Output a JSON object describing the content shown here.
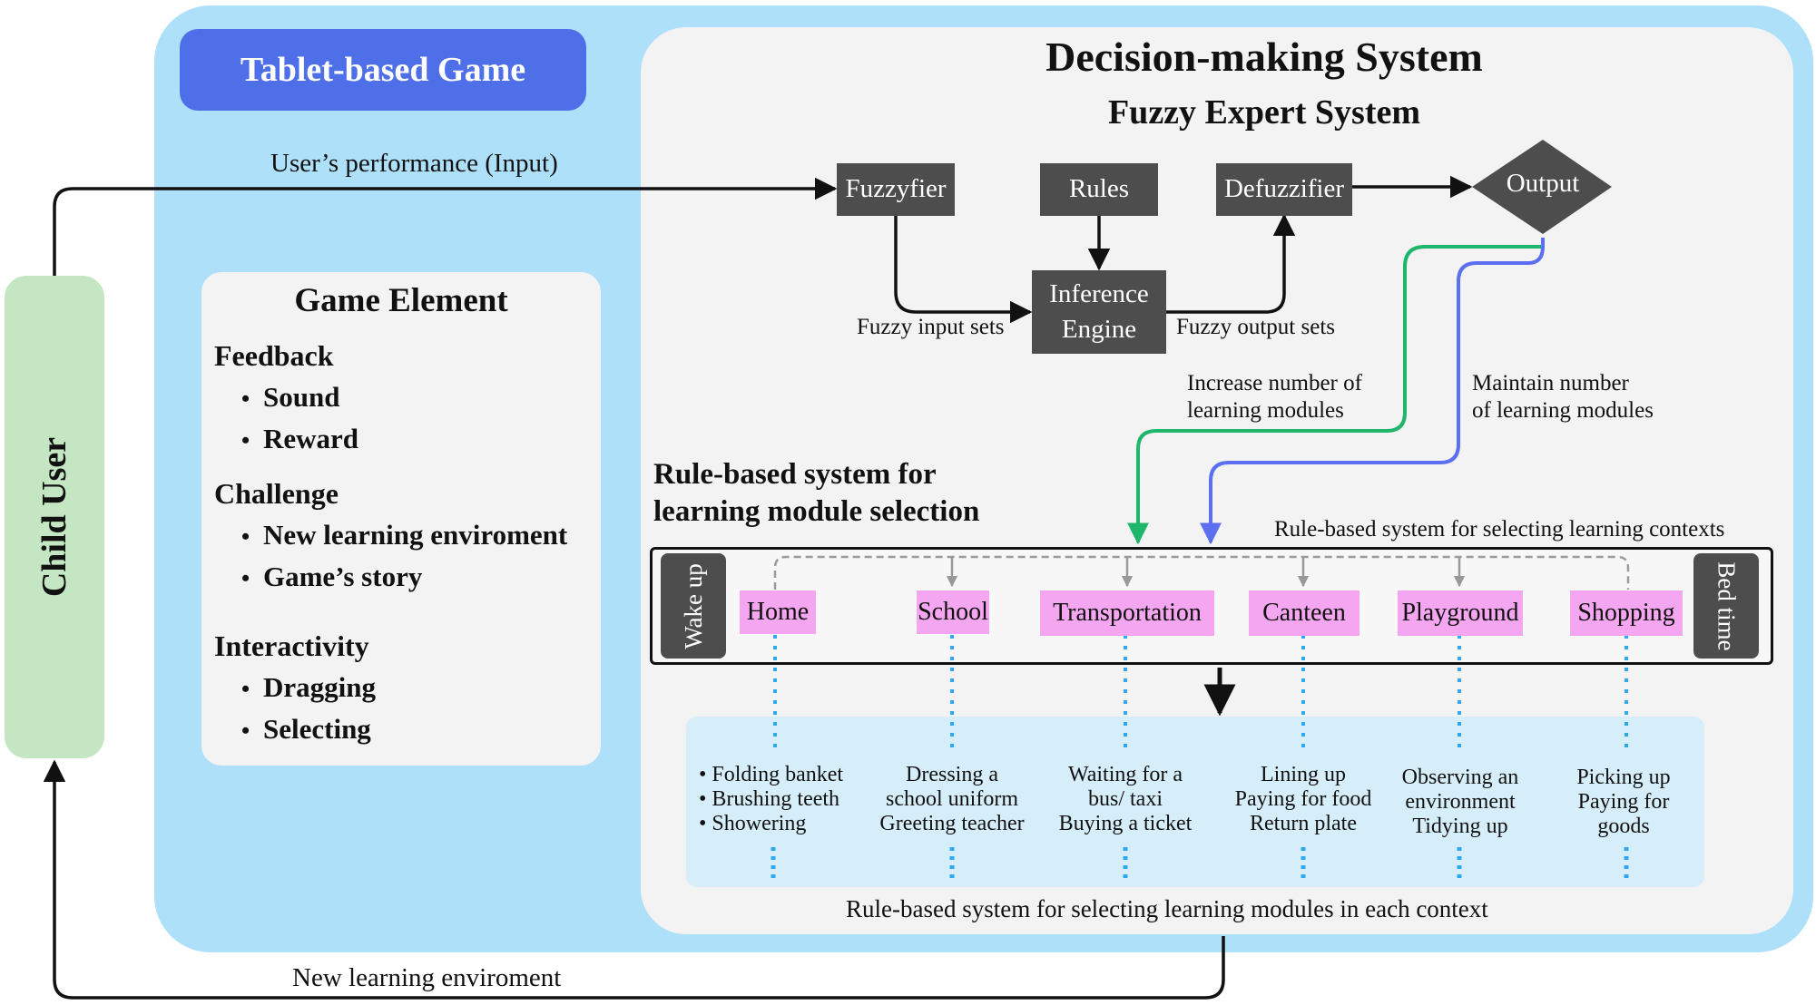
{
  "tablet_game": {
    "title": "Tablet-based Game"
  },
  "child_user": {
    "label": "Child User"
  },
  "game_element": {
    "title": "Game Element",
    "groups": [
      {
        "heading": "Feedback",
        "items": [
          "Sound",
          "Reward"
        ]
      },
      {
        "heading": "Challenge",
        "items": [
          "New learning enviroment",
          "Game’s story"
        ]
      },
      {
        "heading": "Interactivity",
        "items": [
          "Dragging",
          "Selecting"
        ]
      }
    ]
  },
  "decision_system": {
    "title": "Decision-making System",
    "subtitle": "Fuzzy Expert System",
    "nodes": {
      "fuzzyfier": "Fuzzyfier",
      "rules": "Rules",
      "defuzzifier": "Defuzzifier",
      "inference_line1": "Inference",
      "inference_line2": "Engine",
      "output": "Output"
    },
    "edge_labels": {
      "user_performance": "User’s performance (Input)",
      "fuzzy_input": "Fuzzy input sets",
      "fuzzy_output": "Fuzzy output sets",
      "increase_line1": "Increase number of",
      "increase_line2": "learning modules",
      "maintain_line1": "Maintain number",
      "maintain_line2": "of learning modules",
      "new_env": "New learning enviroment"
    },
    "colors": {
      "increase_arrow": "#1fb56a",
      "maintain_arrow": "#5b6ff0"
    }
  },
  "rule_based": {
    "title_line1": "Rule-based system for",
    "title_line2": "learning module selection",
    "contexts_label": "Rule-based system for selecting learning contexts",
    "wake_up": "Wake up",
    "bed_time": "Bed time",
    "contexts": [
      "Home",
      "School",
      "Transportation",
      "Canteen",
      "Playground",
      "Shopping"
    ],
    "modules_label": "Rule-based system for selecting learning modules in each context",
    "modules": {
      "home": [
        "Folding banket",
        "Brushing teeth",
        "Showering"
      ],
      "school": [
        "Dressing a",
        "school uniform",
        "Greeting teacher"
      ],
      "transportation": [
        "Waiting for a",
        "bus/ taxi",
        "Buying a ticket"
      ],
      "canteen": [
        "Lining up",
        "Paying for food",
        "Return plate"
      ],
      "playground": [
        "Observing an",
        "environment",
        "Tidying up"
      ],
      "shopping": [
        "Picking up",
        "Paying for",
        "goods"
      ]
    }
  }
}
